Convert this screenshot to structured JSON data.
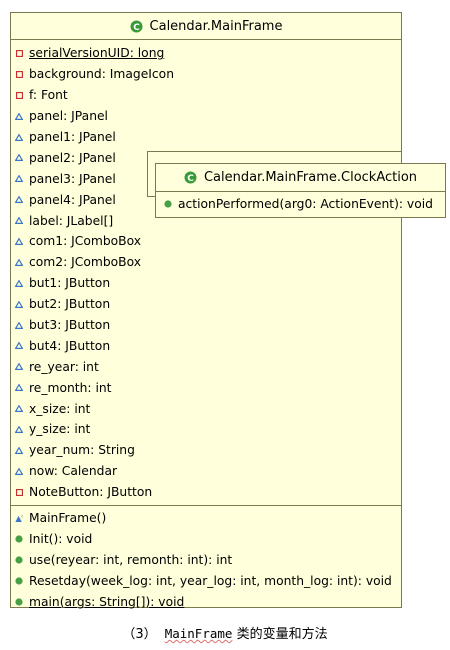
{
  "main_class": {
    "title": "Calendar.MainFrame",
    "fields": [
      {
        "vis": "private",
        "label": "serialVersionUID: long",
        "underline": true
      },
      {
        "vis": "private",
        "label": "background: ImageIcon",
        "underline": false
      },
      {
        "vis": "private",
        "label": "f: Font",
        "underline": false
      },
      {
        "vis": "package",
        "label": "panel: JPanel",
        "underline": false
      },
      {
        "vis": "package",
        "label": "panel1: JPanel",
        "underline": false
      },
      {
        "vis": "package",
        "label": "panel2: JPanel",
        "underline": false
      },
      {
        "vis": "package",
        "label": "panel3: JPanel",
        "underline": false
      },
      {
        "vis": "package",
        "label": "panel4: JPanel",
        "underline": false
      },
      {
        "vis": "package",
        "label": "label: JLabel[]",
        "underline": false
      },
      {
        "vis": "package",
        "label": "com1: JComboBox",
        "underline": false
      },
      {
        "vis": "package",
        "label": "com2: JComboBox",
        "underline": false
      },
      {
        "vis": "package",
        "label": "but1: JButton",
        "underline": false
      },
      {
        "vis": "package",
        "label": "but2: JButton",
        "underline": false
      },
      {
        "vis": "package",
        "label": "but3: JButton",
        "underline": false
      },
      {
        "vis": "package",
        "label": "but4: JButton",
        "underline": false
      },
      {
        "vis": "package",
        "label": "re_year: int",
        "underline": false
      },
      {
        "vis": "package",
        "label": "re_month: int",
        "underline": false
      },
      {
        "vis": "package",
        "label": "x_size: int",
        "underline": false
      },
      {
        "vis": "package",
        "label": "y_size: int",
        "underline": false
      },
      {
        "vis": "package",
        "label": "year_num: String",
        "underline": false
      },
      {
        "vis": "package",
        "label": "now: Calendar",
        "underline": false
      },
      {
        "vis": "private",
        "label": "NoteButton: JButton",
        "underline": false
      }
    ],
    "methods": [
      {
        "vis": "constructor",
        "label": "MainFrame()",
        "underline": false
      },
      {
        "vis": "public",
        "label": "Init(): void",
        "underline": false
      },
      {
        "vis": "public",
        "label": "use(reyear: int, remonth: int): int",
        "underline": false
      },
      {
        "vis": "public",
        "label": "Resetday(week_log: int, year_log: int, month_log: int): void",
        "underline": false
      },
      {
        "vis": "public",
        "label": "main(args: String[]): void",
        "underline": true
      }
    ]
  },
  "inner_class": {
    "title": "Calendar.MainFrame.ClockAction",
    "methods": [
      {
        "vis": "public",
        "label": "actionPerformed(arg0: ActionEvent): void",
        "underline": false
      }
    ]
  },
  "caption": {
    "number": "（3）",
    "code": "MainFrame",
    "text": "类的变量和方法"
  },
  "colors": {
    "box_fill": "#ffffdc",
    "box_border": "#7a7a4e",
    "private": "#c83232",
    "package": "#3c78c8",
    "public": "#46a046",
    "class_icon": "#3a9a3a"
  }
}
